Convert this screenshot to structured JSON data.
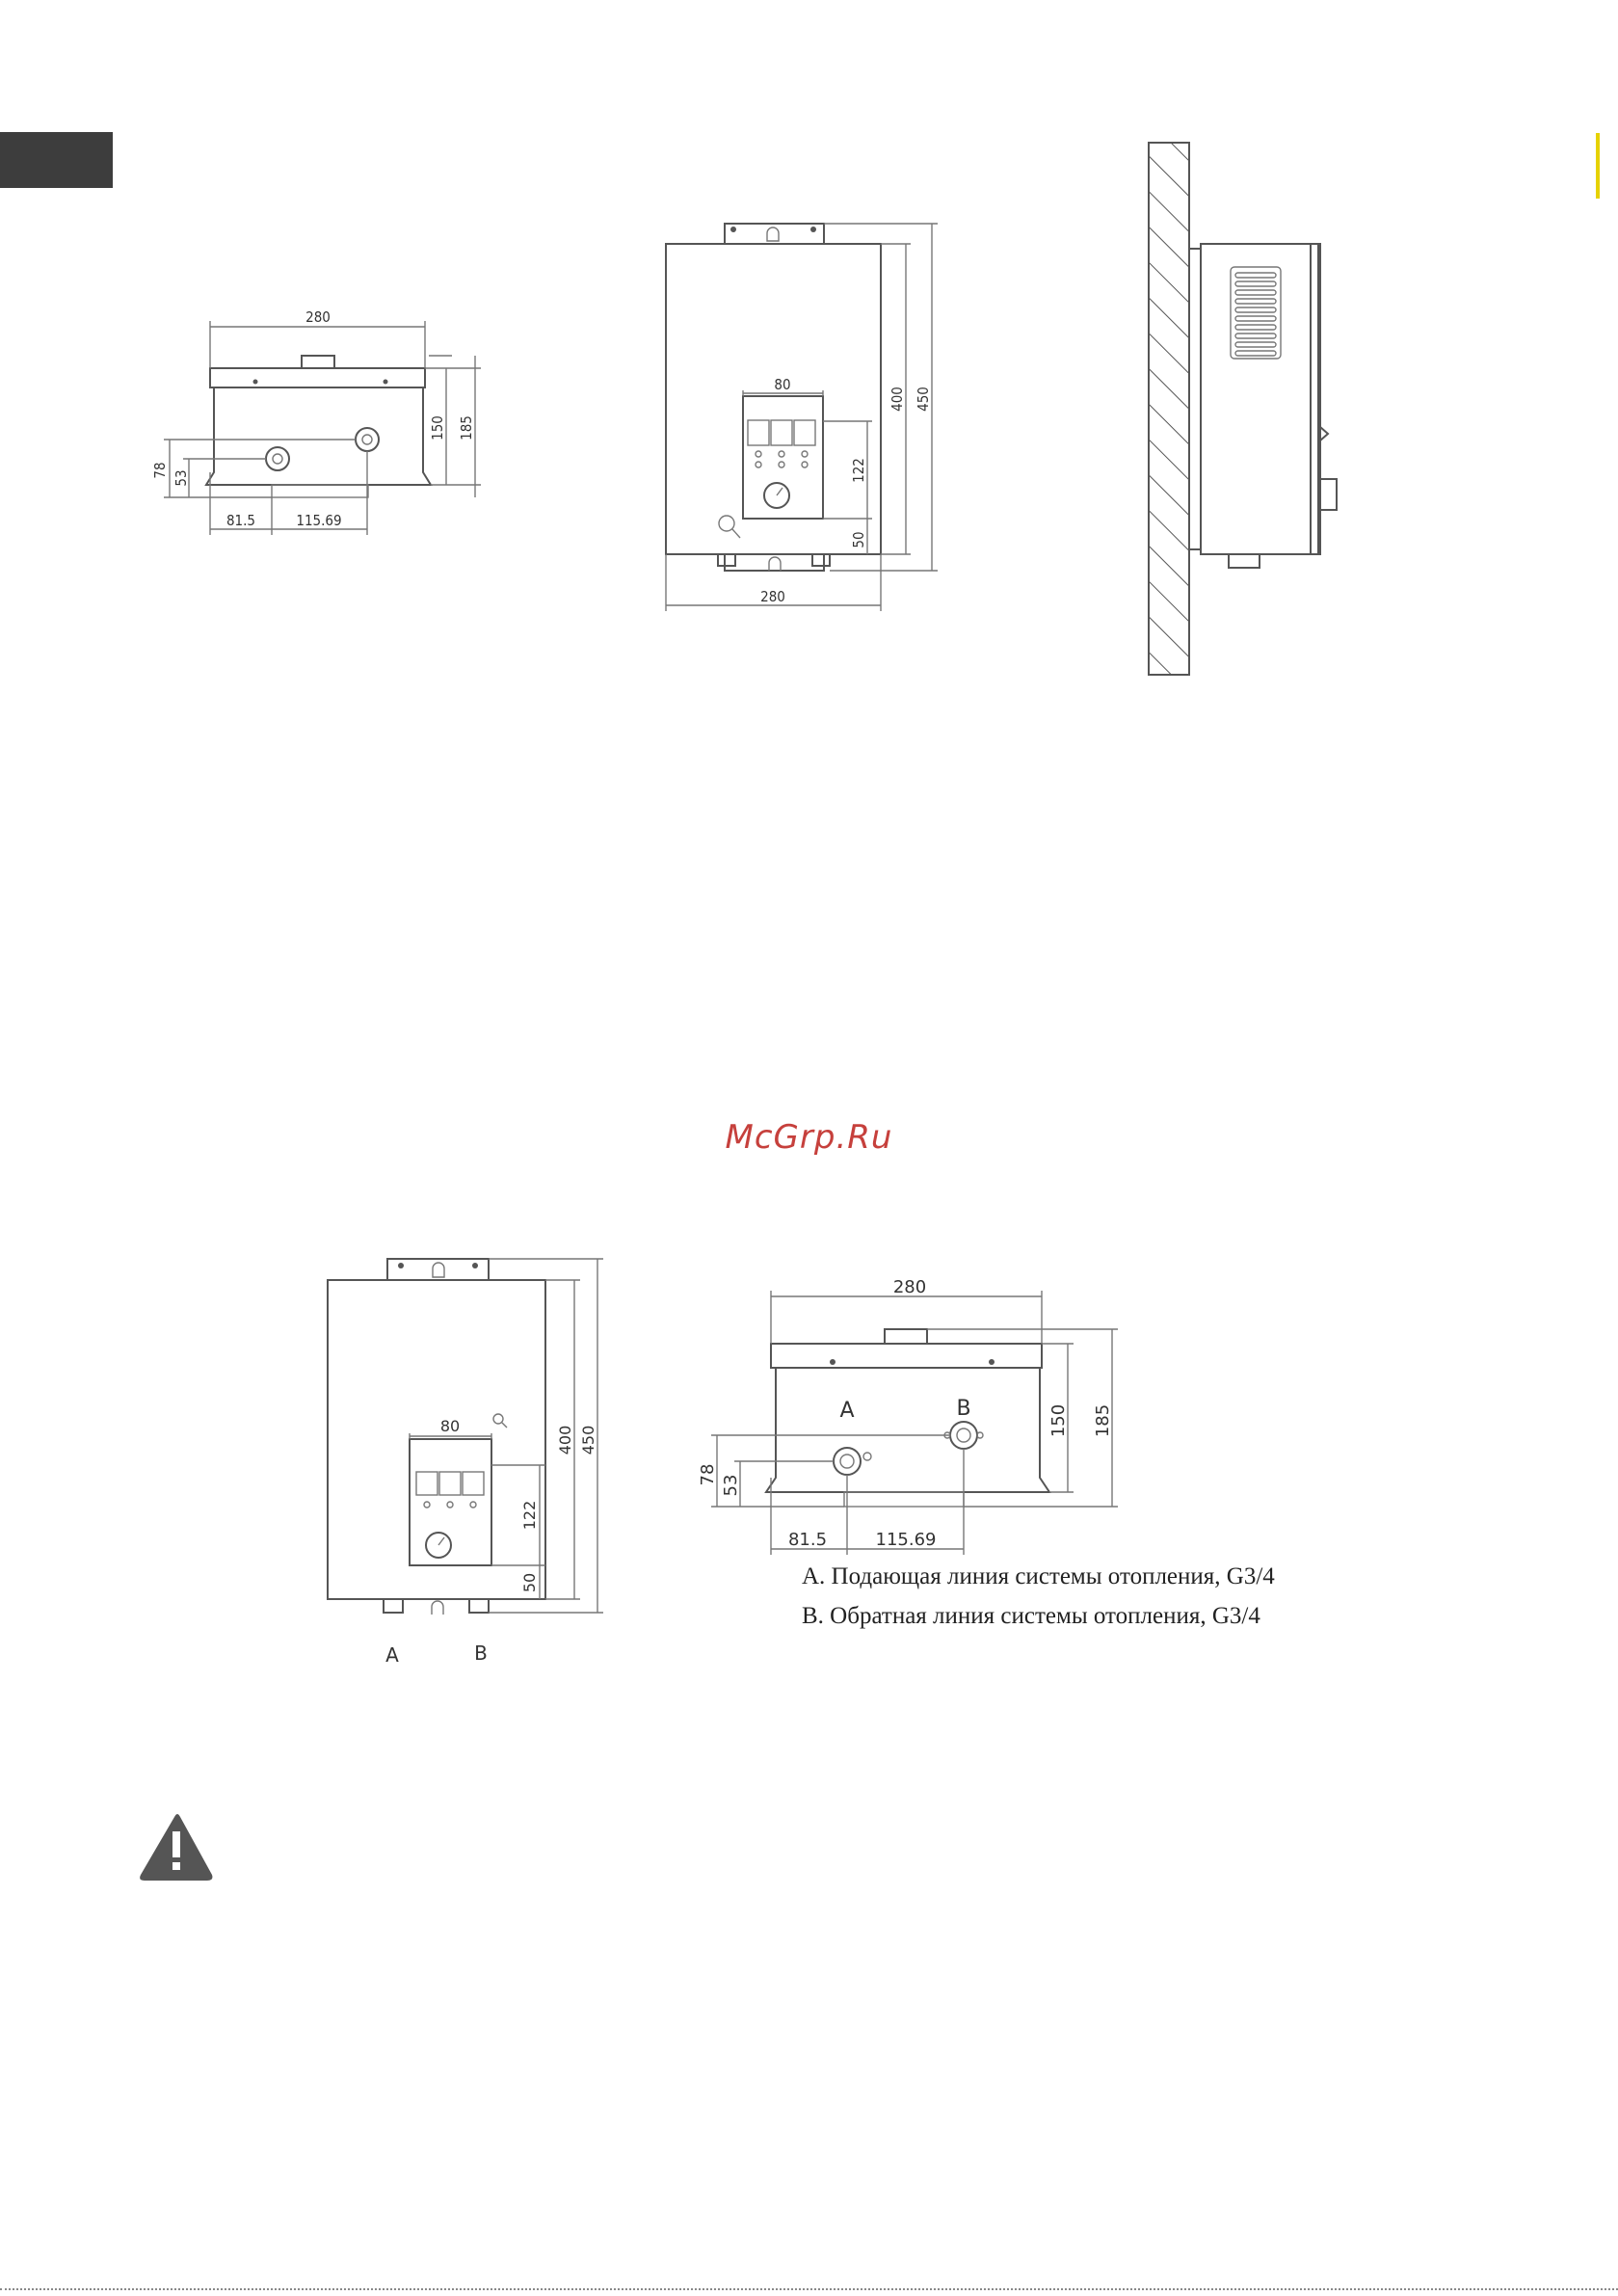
{
  "watermark": "McGrp.Ru",
  "top_views": {
    "bottom_view": {
      "width": "280",
      "depth_150": "150",
      "depth_185": "185",
      "offset_78": "78",
      "offset_53": "53",
      "pitch_a": "81.5",
      "pitch_b": "115.69"
    },
    "front_view": {
      "panel_width": "80",
      "height_400": "400",
      "height_450": "450",
      "panel_height": "122",
      "bottom_offset": "50",
      "width": "280"
    }
  },
  "bottom_views": {
    "front_view": {
      "panel_width": "80",
      "panel_height": "122",
      "bottom_offset": "50",
      "height_400": "400",
      "height_450": "450",
      "label_a": "A",
      "label_b": "B"
    },
    "bottom_view": {
      "width": "280",
      "depth_150": "150",
      "depth_185": "185",
      "offset_78": "78",
      "offset_53": "53",
      "pitch_a": "81.5",
      "pitch_b": "115.69",
      "label_a": "A",
      "label_b": "B"
    }
  },
  "legend": {
    "a": "A. Подающая линия системы отопления, G3/4",
    "b": "B. Обратная линия системы отопления, G3/4"
  },
  "icons": [
    "warning-icon",
    "magnifier-icon"
  ]
}
